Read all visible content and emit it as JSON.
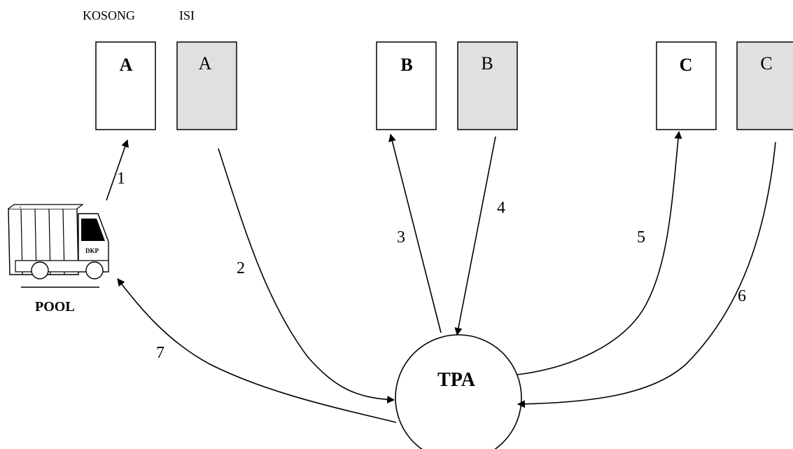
{
  "headers": {
    "empty": "KOSONG",
    "full": "ISI"
  },
  "containers": [
    {
      "empty_label": "A",
      "full_label": "A"
    },
    {
      "empty_label": "B",
      "full_label": "B"
    },
    {
      "empty_label": "C",
      "full_label": "C"
    }
  ],
  "truck": {
    "plate": "DKP",
    "label": "POOL"
  },
  "tpa": {
    "label": "TPA"
  },
  "steps": [
    "1",
    "2",
    "3",
    "4",
    "5",
    "6",
    "7"
  ],
  "colors": {
    "stroke": "#000000",
    "filled_box": "#e0e0e0",
    "empty_box": "#ffffff"
  }
}
